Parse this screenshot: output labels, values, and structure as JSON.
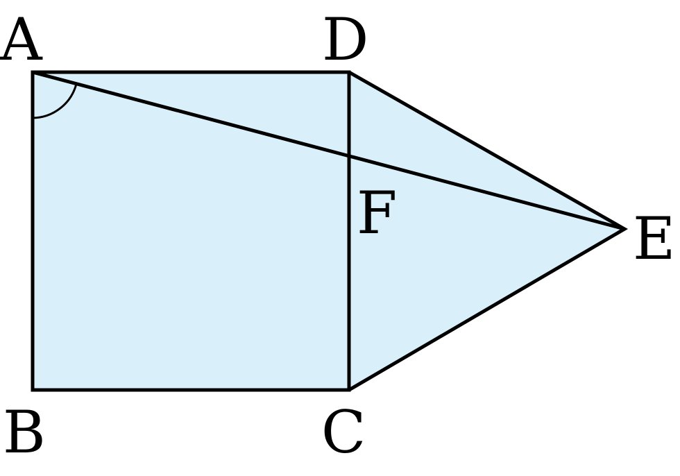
{
  "labels": {
    "A": "A",
    "B": "B",
    "C": "C",
    "D": "D",
    "E": "E",
    "F": "F"
  },
  "colors": {
    "fill": "#d9f0fa",
    "stroke": "#000000",
    "background": "#ffffff"
  }
}
